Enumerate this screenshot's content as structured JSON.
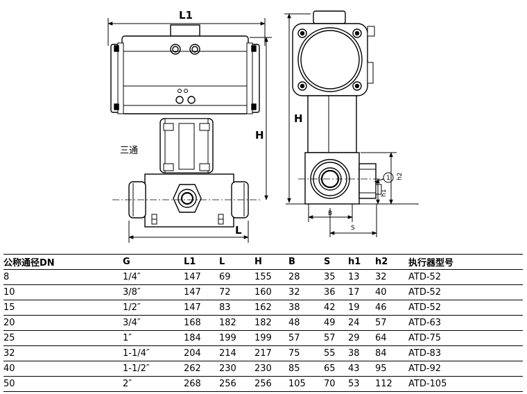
{
  "drawing": {
    "label_L1": "L1",
    "label_L": "L",
    "label_H": "H",
    "label_B": "B",
    "label_S": "S",
    "label_h1": "h1",
    "label_h2": "h2",
    "label_circle": "1",
    "label_three_way": "三通"
  },
  "table": {
    "headers": [
      "公称通径DN",
      "G",
      "L1",
      "L",
      "H",
      "B",
      "S",
      "h1",
      "h2",
      "执行器型号"
    ],
    "rows": [
      [
        "8",
        "1/4″",
        "147",
        "69",
        "155",
        "28",
        "35",
        "13",
        "32",
        "ATD-52"
      ],
      [
        "10",
        "3/8″",
        "147",
        "72",
        "160",
        "32",
        "36",
        "17",
        "40",
        "ATD-52"
      ],
      [
        "15",
        "1/2″",
        "147",
        "83",
        "162",
        "38",
        "42",
        "19",
        "46",
        "ATD-52"
      ],
      [
        "20",
        "3/4″",
        "168",
        "182",
        "182",
        "48",
        "49",
        "24",
        "57",
        "ATD-63"
      ],
      [
        "25",
        "1″",
        "184",
        "199",
        "199",
        "57",
        "57",
        "29",
        "64",
        "ATD-75"
      ],
      [
        "32",
        "1-1/4″",
        "204",
        "214",
        "217",
        "75",
        "55",
        "38",
        "84",
        "ATD-83"
      ],
      [
        "40",
        "1-1/2″",
        "262",
        "230",
        "230",
        "85",
        "65",
        "43",
        "95",
        "ATD-92"
      ],
      [
        "50",
        "2″",
        "268",
        "256",
        "256",
        "105",
        "70",
        "53",
        "112",
        "ATD-105"
      ]
    ]
  }
}
